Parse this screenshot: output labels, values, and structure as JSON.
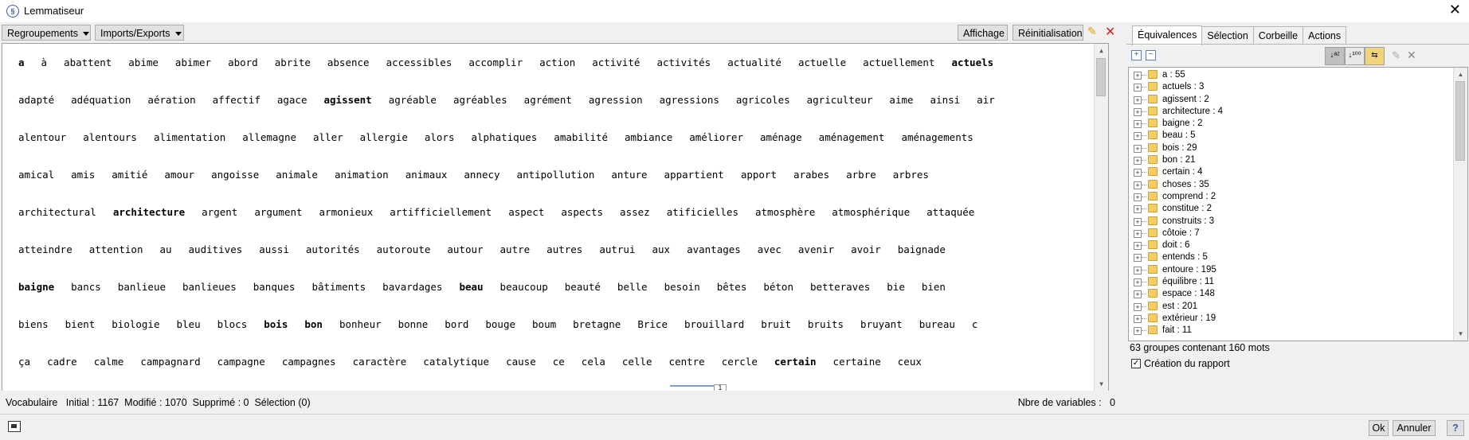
{
  "window": {
    "title": "Lemmatiseur",
    "icon": "app-logo-icon",
    "close_icon": "close-icon"
  },
  "toolbar": {
    "regroupements": "Regroupements",
    "imports_exports": "Imports/Exports",
    "affichage": "Affichage",
    "reinitialisation": "Réinitialisation",
    "edit_icon": "pencil-icon",
    "clear_icon": "close-icon",
    "colors": {
      "edit": "#e8a000",
      "clear": "#d02020"
    }
  },
  "words": {
    "rows": [
      [
        [
          "a",
          1
        ],
        [
          "à",
          0
        ],
        [
          "abattent",
          0
        ],
        [
          "abime",
          0
        ],
        [
          "abimer",
          0
        ],
        [
          "abord",
          0
        ],
        [
          "abrite",
          0
        ],
        [
          "absence",
          0
        ],
        [
          "accessibles",
          0
        ],
        [
          "accomplir",
          0
        ],
        [
          "action",
          0
        ],
        [
          "activité",
          0
        ],
        [
          "activités",
          0
        ],
        [
          "actualité",
          0
        ],
        [
          "actuelle",
          0
        ],
        [
          "actuellement",
          0
        ],
        [
          "actuels",
          1
        ]
      ],
      [
        [
          "adapté",
          0
        ],
        [
          "adéquation",
          0
        ],
        [
          "aération",
          0
        ],
        [
          "affectif",
          0
        ],
        [
          "agace",
          0
        ],
        [
          "agissent",
          1
        ],
        [
          "agréable",
          0
        ],
        [
          "agréables",
          0
        ],
        [
          "agrément",
          0
        ],
        [
          "agression",
          0
        ],
        [
          "agressions",
          0
        ],
        [
          "agricoles",
          0
        ],
        [
          "agriculteur",
          0
        ],
        [
          "aime",
          0
        ],
        [
          "ainsi",
          0
        ],
        [
          "air",
          0
        ]
      ],
      [
        [
          "alentour",
          0
        ],
        [
          "alentours",
          0
        ],
        [
          "alimentation",
          0
        ],
        [
          "allemagne",
          0
        ],
        [
          "aller",
          0
        ],
        [
          "allergie",
          0
        ],
        [
          "alors",
          0
        ],
        [
          "alphatiques",
          0
        ],
        [
          "amabilité",
          0
        ],
        [
          "ambiance",
          0
        ],
        [
          "améliorer",
          0
        ],
        [
          "aménage",
          0
        ],
        [
          "aménagement",
          0
        ],
        [
          "aménagements",
          0
        ]
      ],
      [
        [
          "amical",
          0
        ],
        [
          "amis",
          0
        ],
        [
          "amitié",
          0
        ],
        [
          "amour",
          0
        ],
        [
          "angoisse",
          0
        ],
        [
          "animale",
          0
        ],
        [
          "animation",
          0
        ],
        [
          "animaux",
          0
        ],
        [
          "annecy",
          0
        ],
        [
          "antipollution",
          0
        ],
        [
          "anture",
          0
        ],
        [
          "appartient",
          0
        ],
        [
          "apport",
          0
        ],
        [
          "arabes",
          0
        ],
        [
          "arbre",
          0
        ],
        [
          "arbres",
          0
        ]
      ],
      [
        [
          "architectural",
          0
        ],
        [
          "architecture",
          1
        ],
        [
          "argent",
          0
        ],
        [
          "argument",
          0
        ],
        [
          "armonieux",
          0
        ],
        [
          "artifficiellement",
          0
        ],
        [
          "aspect",
          0
        ],
        [
          "aspects",
          0
        ],
        [
          "assez",
          0
        ],
        [
          "atificielles",
          0
        ],
        [
          "atmosphère",
          0
        ],
        [
          "atmosphérique",
          0
        ],
        [
          "attaquée",
          0
        ]
      ],
      [
        [
          "atteindre",
          0
        ],
        [
          "attention",
          0
        ],
        [
          "au",
          0
        ],
        [
          "auditives",
          0
        ],
        [
          "aussi",
          0
        ],
        [
          "autorités",
          0
        ],
        [
          "autoroute",
          0
        ],
        [
          "autour",
          0
        ],
        [
          "autre",
          0
        ],
        [
          "autres",
          0
        ],
        [
          "autrui",
          0
        ],
        [
          "aux",
          0
        ],
        [
          "avantages",
          0
        ],
        [
          "avec",
          0
        ],
        [
          "avenir",
          0
        ],
        [
          "avoir",
          0
        ],
        [
          "baignade",
          0
        ]
      ],
      [
        [
          "baigne",
          1
        ],
        [
          "bancs",
          0
        ],
        [
          "banlieue",
          0
        ],
        [
          "banlieues",
          0
        ],
        [
          "banques",
          0
        ],
        [
          "bâtiments",
          0
        ],
        [
          "bavardages",
          0
        ],
        [
          "beau",
          1
        ],
        [
          "beaucoup",
          0
        ],
        [
          "beauté",
          0
        ],
        [
          "belle",
          0
        ],
        [
          "besoin",
          0
        ],
        [
          "bêtes",
          0
        ],
        [
          "béton",
          0
        ],
        [
          "betteraves",
          0
        ],
        [
          "bie",
          0
        ],
        [
          "bien",
          0
        ]
      ],
      [
        [
          "biens",
          0
        ],
        [
          "bient",
          0
        ],
        [
          "biologie",
          0
        ],
        [
          "bleu",
          0
        ],
        [
          "blocs",
          0
        ],
        [
          "bois",
          1
        ],
        [
          "bon",
          1
        ],
        [
          "bonheur",
          0
        ],
        [
          "bonne",
          0
        ],
        [
          "bord",
          0
        ],
        [
          "bouge",
          0
        ],
        [
          "boum",
          0
        ],
        [
          "bretagne",
          0
        ],
        [
          "Brice",
          0
        ],
        [
          "brouillard",
          0
        ],
        [
          "bruit",
          0
        ],
        [
          "bruits",
          0
        ],
        [
          "bruyant",
          0
        ],
        [
          "bureau",
          0
        ],
        [
          "c",
          0
        ]
      ],
      [
        [
          "ça",
          0
        ],
        [
          "cadre",
          0
        ],
        [
          "calme",
          0
        ],
        [
          "campagnard",
          0
        ],
        [
          "campagne",
          0
        ],
        [
          "campagnes",
          0
        ],
        [
          "caractère",
          0
        ],
        [
          "catalytique",
          0
        ],
        [
          "cause",
          0
        ],
        [
          "ce",
          0
        ],
        [
          "cela",
          0
        ],
        [
          "celle",
          0
        ],
        [
          "centre",
          0
        ],
        [
          "cercle",
          0
        ],
        [
          "certain",
          1
        ],
        [
          "certaine",
          0
        ],
        [
          "ceux",
          0
        ]
      ]
    ],
    "page_number": "1"
  },
  "status": {
    "vocabulaire": "Vocabulaire   Initial : 1167  Modifié : 1070  Supprimé : 0  Sélection (0)",
    "nbre_variables": "Nbre de variables :   0"
  },
  "right_panel": {
    "tabs": [
      "Équivalences",
      "Sélection",
      "Corbeille",
      "Actions"
    ],
    "active_tab": 0,
    "tools": [
      "expand-all-icon",
      "collapse-all-icon",
      "sort-alpha-icon",
      "sort-numeric-icon",
      "swap-icon",
      "edit-icon",
      "delete-icon"
    ],
    "tree": [
      "a : 55",
      "actuels : 3",
      "agissent : 2",
      "architecture : 4",
      "baigne : 2",
      "beau : 5",
      "bois : 29",
      "bon : 21",
      "certain : 4",
      "choses : 35",
      "comprend : 2",
      "constitue : 2",
      "construits : 3",
      "côtoie : 7",
      "doit : 6",
      "entends : 5",
      "entoure : 195",
      "équilibre : 11",
      "espace : 148",
      "est : 201",
      "extérieur : 19",
      "fait : 11"
    ],
    "summary": "63 groupes contenant 160 mots",
    "report_label": "Création du rapport",
    "report_checked": true
  },
  "footer": {
    "ok": "Ok",
    "annuler": "Annuler",
    "help_icon": "help-icon"
  }
}
